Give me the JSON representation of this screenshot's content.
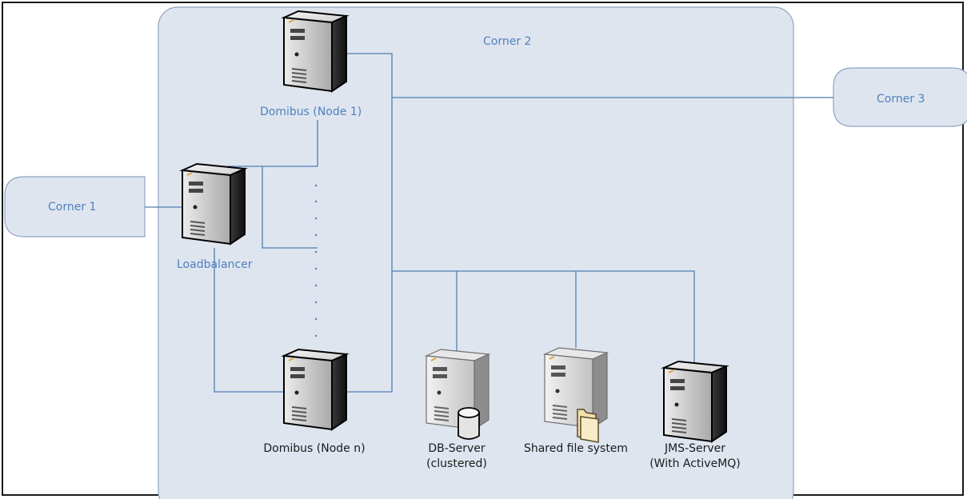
{
  "corner2": {
    "label": "Corner 2"
  },
  "corner1": {
    "label": "Corner 1"
  },
  "corner3": {
    "label": "Corner 3"
  },
  "servers": {
    "node1": {
      "label": "Domibus (Node 1)"
    },
    "loadbalancer": {
      "label": "Loadbalancer"
    },
    "noden": {
      "label": "Domibus (Node n)"
    },
    "db": {
      "label_line1": "DB-Server",
      "label_line2": "(clustered)"
    },
    "files": {
      "label": "Shared file system"
    },
    "jms": {
      "label_line1": "JMS-Server",
      "label_line2": "(With ActiveMQ)"
    }
  },
  "colors": {
    "region_fill": "#dfe5ef",
    "region_stroke": "#8fa4c1",
    "connector": "#4f7db4",
    "label_blue": "#4f81bd",
    "server_dark": "#1a1a1a"
  },
  "icons": {
    "server": "server-icon",
    "database": "database-cylinder-icon",
    "folder": "folder-icon"
  }
}
